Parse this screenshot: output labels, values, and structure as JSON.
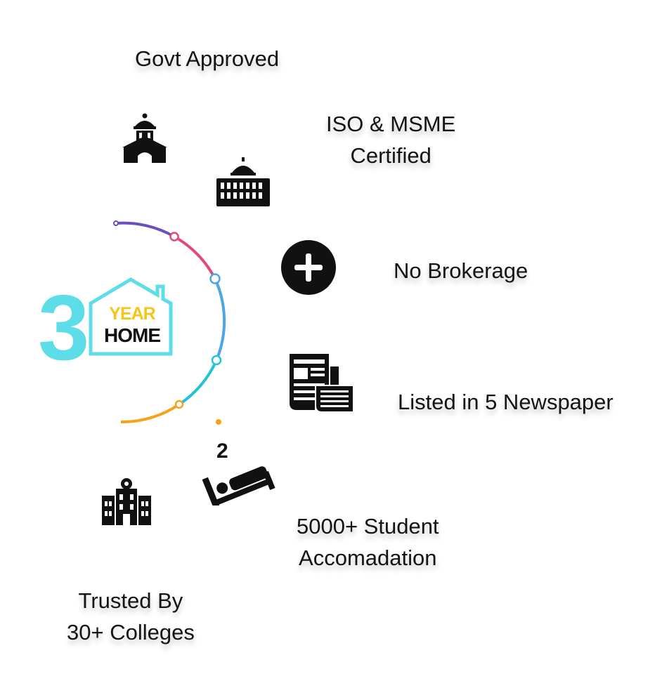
{
  "logo": {
    "digit": "3",
    "word_top": "YEAR",
    "word_bottom": "HOME",
    "digit_color": "#5ddde8",
    "house_color": "#5ddde8",
    "year_color": "#f5c518",
    "home_color": "#111111"
  },
  "features": {
    "govt": {
      "line1": "Govt Approved",
      "icon": "government-building-icon"
    },
    "iso": {
      "line1": "ISO & MSME",
      "line2": "Certified",
      "icon": "parliament-building-icon"
    },
    "brokerage": {
      "line1": "No Brokerage",
      "icon": "plus-circle-icon"
    },
    "newspaper": {
      "line1": "Listed in 5 Newspaper",
      "icon": "newspaper-icon"
    },
    "student": {
      "line1": "5000+ Student",
      "line2": "Accomadation",
      "icon": "double-bed-icon"
    },
    "colleges": {
      "line1": "Trusted By",
      "line2": "30+ Colleges",
      "icon": "college-building-icon"
    }
  },
  "arc_colors": [
    "#6a4fc0",
    "#e6467e",
    "#4aa6e6",
    "#22c3d3",
    "#f7a21a"
  ]
}
